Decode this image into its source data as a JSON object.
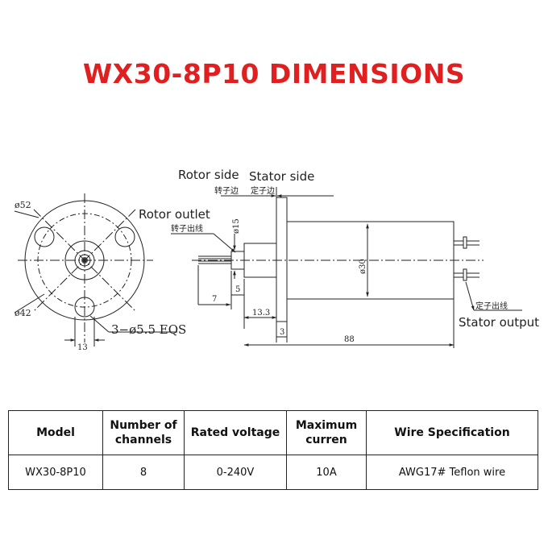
{
  "title": "WX30-8P10 DIMENSIONS",
  "drawing": {
    "front_view": {
      "dia_outer": "ø52",
      "dia_pcd": "ø42",
      "holes": "3−ø5.5 EQS",
      "offset": "13"
    },
    "side_view": {
      "rotor_side_label": "Rotor side",
      "stator_side_label": "Stator side",
      "rotor_side_cn": "转子边",
      "stator_side_cn": "定子边",
      "rotor_outlet_label": "Rotor outlet",
      "rotor_outlet_cn": "转子出线",
      "stator_output_label": "Stator output",
      "stator_output_cn": "定子出线",
      "dia_shaft": "ø15",
      "dia_body": "ø30",
      "dim_5": "5",
      "dim_7": "7",
      "dim_13_3": "13.3",
      "dim_3": "3",
      "dim_88": "88"
    }
  },
  "table": {
    "headers": [
      "Model",
      "Number of channels",
      "Rated voltage",
      "Maximum curren",
      "Wire Specification"
    ],
    "rows": [
      [
        "WX30-8P10",
        "8",
        "0-240V",
        "10A",
        "AWG17# Teflon wire"
      ]
    ]
  }
}
